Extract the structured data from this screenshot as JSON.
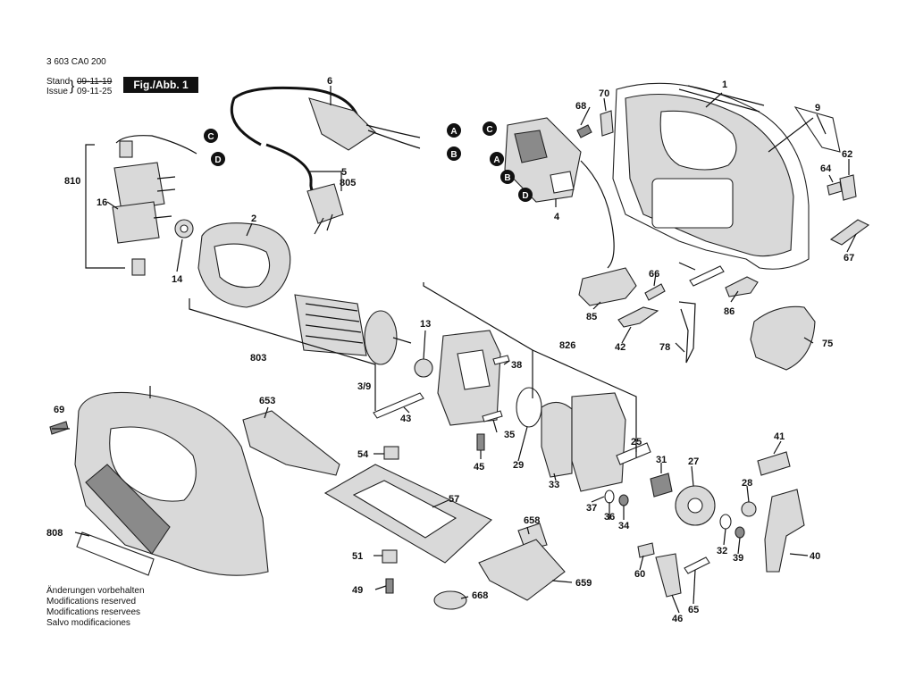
{
  "header": {
    "doc_number": "3 603 CA0 200",
    "stand_label": "Stand",
    "issue_label": "Issue",
    "stand_date": "09-11-19",
    "issue_date": "09-11-25",
    "figure_label": "Fig./Abb. 1"
  },
  "notes": [
    "Änderungen vorbehalten",
    "Modifications reserved",
    "Modifications reservees",
    "Salvo modificaciones"
  ],
  "connectors": [
    "A",
    "B",
    "C",
    "D"
  ],
  "part_labels": [
    "1",
    "2",
    "3/9",
    "4",
    "5",
    "6",
    "9",
    "13",
    "14",
    "16",
    "25",
    "27",
    "28",
    "29",
    "31",
    "32",
    "33",
    "34",
    "35",
    "36",
    "37",
    "38",
    "39",
    "40",
    "41",
    "42",
    "43",
    "45",
    "46",
    "49",
    "51",
    "54",
    "57",
    "60",
    "62",
    "64",
    "65",
    "66",
    "67",
    "68",
    "69",
    "70",
    "75",
    "78",
    "85",
    "86",
    "653",
    "658",
    "659",
    "668",
    "803",
    "805",
    "808",
    "810",
    "826"
  ],
  "colors": {
    "line": "#111111",
    "part_fill": "#d9d9d9",
    "dark_fill": "#8a8a8a",
    "badge": "#111111"
  }
}
